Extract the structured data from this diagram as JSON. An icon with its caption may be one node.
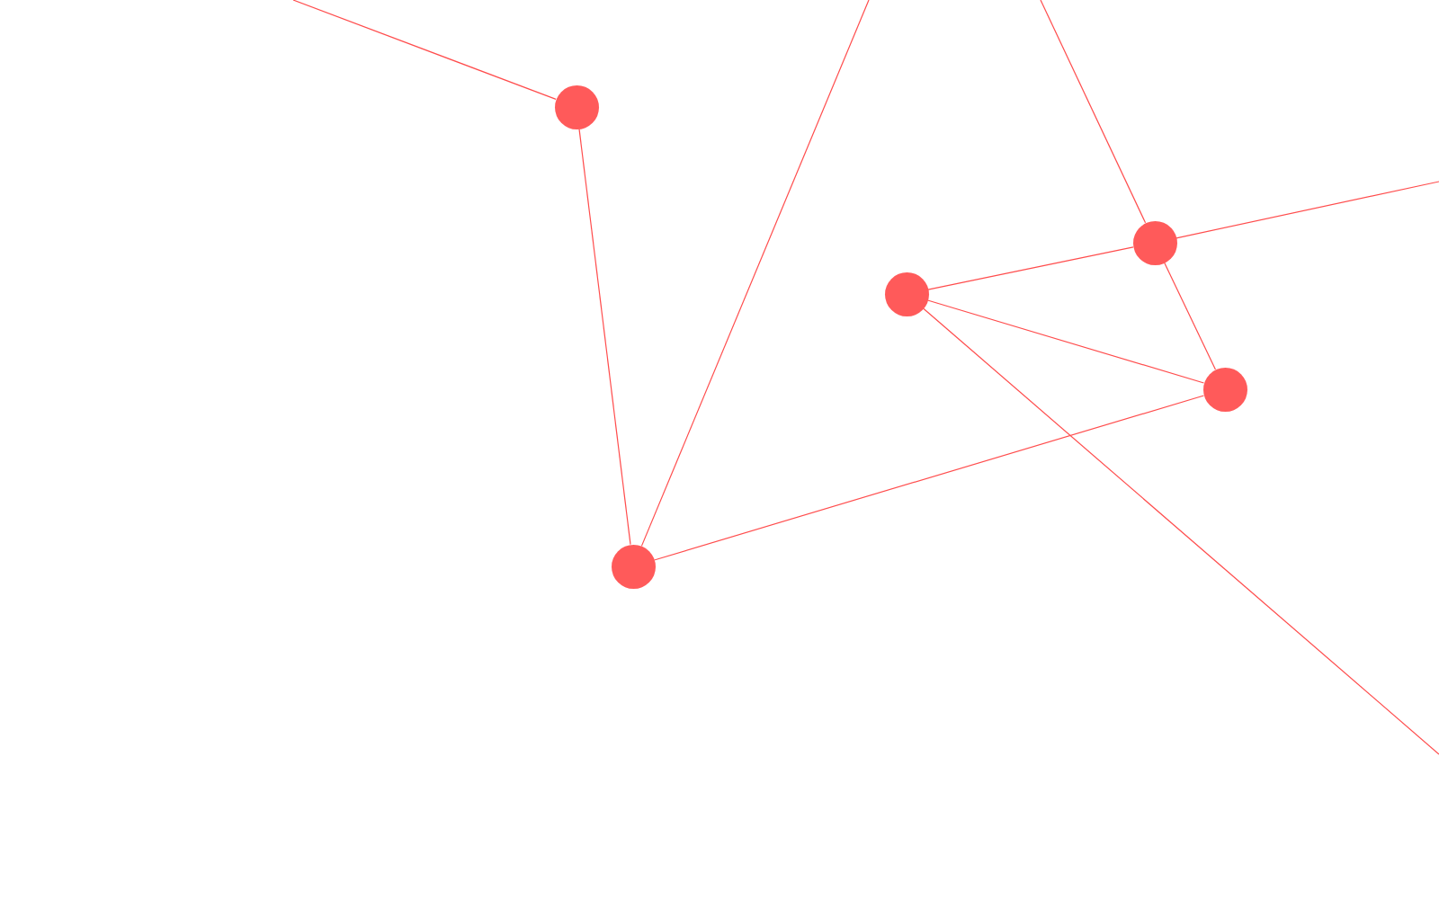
{
  "diagram": {
    "nodes": [
      {
        "text": [],
        "shape": "circle"
      },
      {
        "text": [],
        "shape": "circle"
      },
      {
        "text": [],
        "shape": "circle"
      },
      {
        "text": [],
        "shape": "circle"
      },
      {
        "text": [],
        "shape": "circle"
      }
    ],
    "edges": [
      {
        "from": null,
        "to": 0,
        "arrow": "none"
      },
      {
        "from": 0,
        "to": 4,
        "arrow": "none"
      },
      {
        "from": 4,
        "to": null,
        "arrow": "none"
      },
      {
        "from": null,
        "to": 1,
        "arrow": "none"
      },
      {
        "from": 1,
        "to": null,
        "arrow": "none"
      },
      {
        "from": 2,
        "to": 1,
        "arrow": "none"
      },
      {
        "from": 2,
        "to": 3,
        "arrow": "none"
      },
      {
        "from": 3,
        "to": 4,
        "arrow": "none"
      },
      {
        "from": 1,
        "to": 3,
        "arrow": "none"
      },
      {
        "from": 2,
        "to": null,
        "arrow": "none"
      }
    ]
  }
}
